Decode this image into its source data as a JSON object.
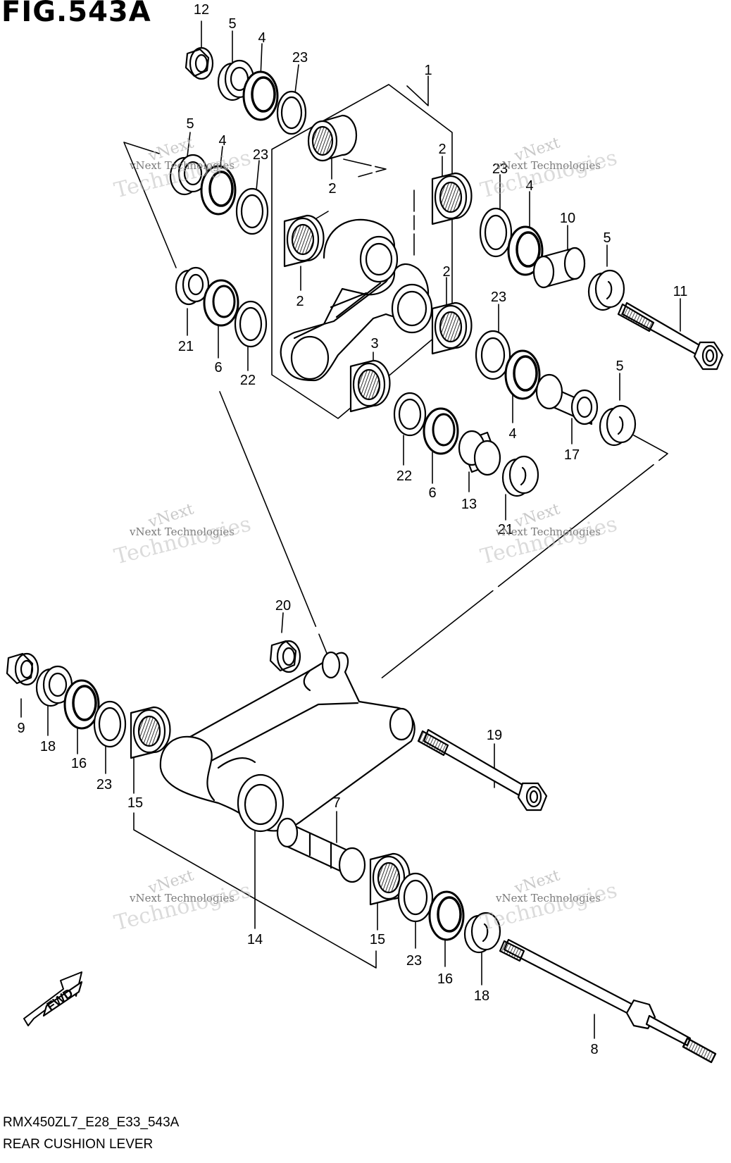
{
  "figure": {
    "title": "FIG.543A",
    "model_code": "RMX450ZL7_E28_E33_543A",
    "name": "REAR CUSHION LEVER",
    "direction_label": "FWD"
  },
  "watermark": {
    "line1": "vNext",
    "line2": "vNext Technologies",
    "line3": "Technologies"
  },
  "callouts": [
    {
      "id": "c12",
      "label": "12"
    },
    {
      "id": "c5a",
      "label": "5"
    },
    {
      "id": "c4a",
      "label": "4"
    },
    {
      "id": "c23a",
      "label": "23"
    },
    {
      "id": "c1",
      "label": "1"
    },
    {
      "id": "c5b",
      "label": "5"
    },
    {
      "id": "c4b",
      "label": "4"
    },
    {
      "id": "c23b",
      "label": "23"
    },
    {
      "id": "c2a",
      "label": "2"
    },
    {
      "id": "c2b",
      "label": "2"
    },
    {
      "id": "c2c",
      "label": "2"
    },
    {
      "id": "c2d",
      "label": "2"
    },
    {
      "id": "c23c",
      "label": "23"
    },
    {
      "id": "c4c",
      "label": "4"
    },
    {
      "id": "c10",
      "label": "10"
    },
    {
      "id": "c5c",
      "label": "5"
    },
    {
      "id": "c11",
      "label": "11"
    },
    {
      "id": "c2e",
      "label": "2"
    },
    {
      "id": "c21a",
      "label": "21"
    },
    {
      "id": "c6a",
      "label": "6"
    },
    {
      "id": "c22a",
      "label": "22"
    },
    {
      "id": "c3",
      "label": "3"
    },
    {
      "id": "c23d",
      "label": "23"
    },
    {
      "id": "c5d",
      "label": "5"
    },
    {
      "id": "c4d",
      "label": "4"
    },
    {
      "id": "c17",
      "label": "17"
    },
    {
      "id": "c22b",
      "label": "22"
    },
    {
      "id": "c6b",
      "label": "6"
    },
    {
      "id": "c13",
      "label": "13"
    },
    {
      "id": "c21b",
      "label": "21"
    },
    {
      "id": "c20",
      "label": "20"
    },
    {
      "id": "c9",
      "label": "9"
    },
    {
      "id": "c18a",
      "label": "18"
    },
    {
      "id": "c16a",
      "label": "16"
    },
    {
      "id": "c23e",
      "label": "23"
    },
    {
      "id": "c15a",
      "label": "15"
    },
    {
      "id": "c19",
      "label": "19"
    },
    {
      "id": "c7",
      "label": "7"
    },
    {
      "id": "c14",
      "label": "14"
    },
    {
      "id": "c15b",
      "label": "15"
    },
    {
      "id": "c23f",
      "label": "23"
    },
    {
      "id": "c16b",
      "label": "16"
    },
    {
      "id": "c18b",
      "label": "18"
    },
    {
      "id": "c8",
      "label": "8"
    }
  ]
}
